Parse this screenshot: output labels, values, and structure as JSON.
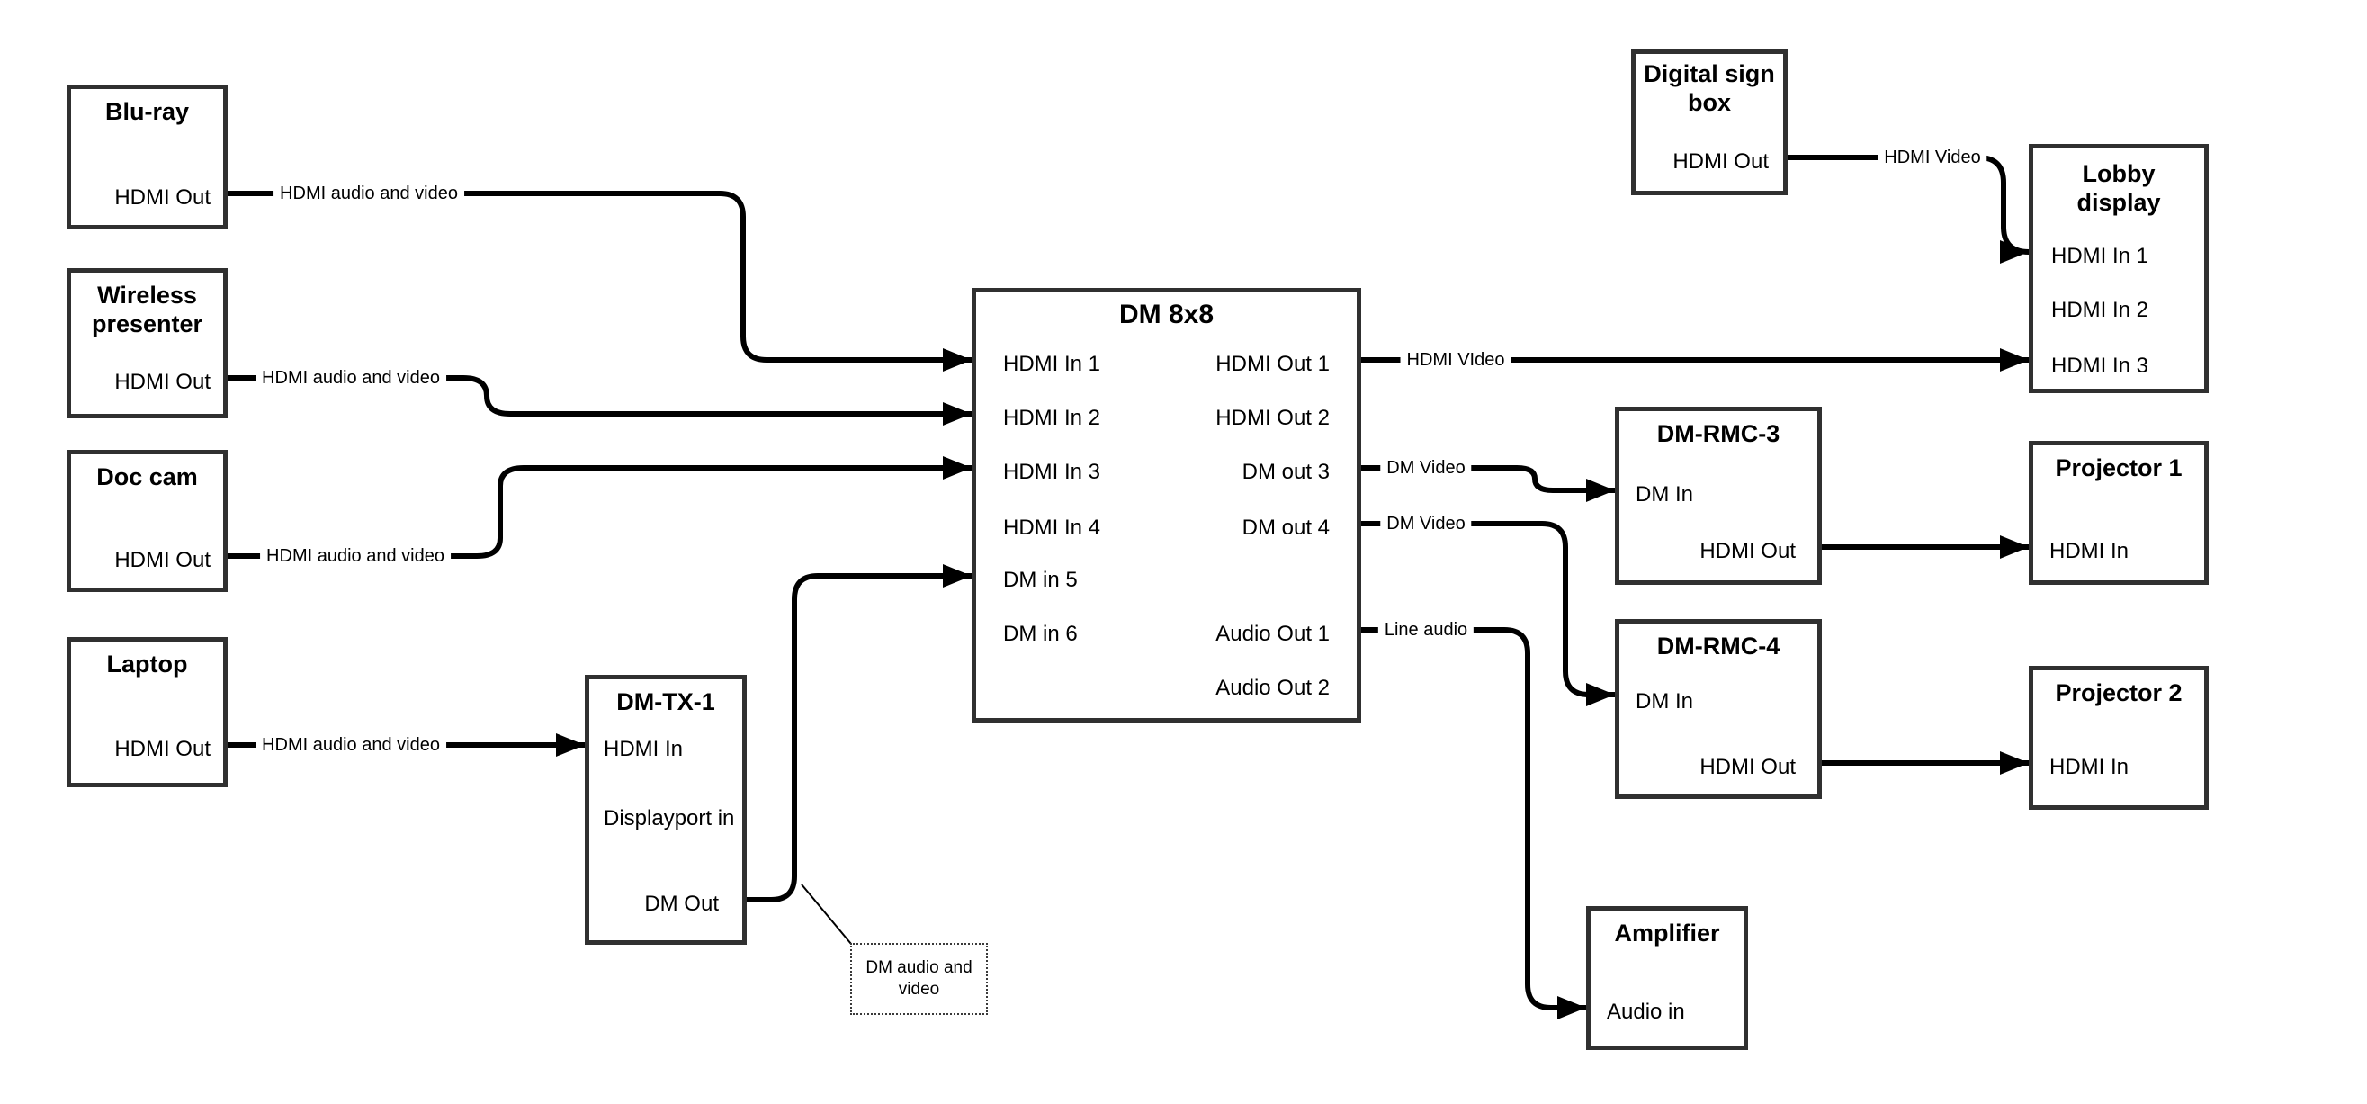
{
  "diagram": {
    "colors": {
      "wire": "#000000",
      "box_border": "#303030",
      "background": "#ffffff",
      "text": "#000000"
    },
    "nodes": {
      "bluray": {
        "title": "Blu-ray",
        "port_out": "HDMI Out"
      },
      "wireless": {
        "title": "Wireless presenter",
        "port_out": "HDMI Out"
      },
      "doccam": {
        "title": "Doc cam",
        "port_out": "HDMI Out"
      },
      "laptop": {
        "title": "Laptop",
        "port_out": "HDMI Out"
      },
      "dmtx1": {
        "title": "DM-TX-1",
        "port_in1": "HDMI In",
        "port_in2": "Displayport in",
        "port_out": "DM Out"
      },
      "dm8x8": {
        "title": "DM 8x8",
        "inputs": [
          "HDMI In 1",
          "HDMI In 2",
          "HDMI In 3",
          "HDMI In 4",
          "DM in 5",
          "DM in 6"
        ],
        "outputs": [
          "HDMI Out 1",
          "HDMI Out 2",
          "DM out 3",
          "DM out 4",
          "Audio Out 1",
          "Audio Out 2"
        ]
      },
      "sign": {
        "title": "Digital sign box",
        "port_out": "HDMI Out"
      },
      "lobby": {
        "title": "Lobby display",
        "inputs": [
          "HDMI In 1",
          "HDMI In 2",
          "HDMI In 3"
        ]
      },
      "rmc3": {
        "title": "DM-RMC-3",
        "port_in": "DM In",
        "port_out": "HDMI Out"
      },
      "proj1": {
        "title": "Projector 1",
        "port_in": "HDMI In"
      },
      "rmc4": {
        "title": "DM-RMC-4",
        "port_in": "DM In",
        "port_out": "HDMI Out"
      },
      "proj2": {
        "title": "Projector 2",
        "port_in": "HDMI In"
      },
      "amp": {
        "title": "Amplifier",
        "port_in": "Audio in"
      }
    },
    "wires": {
      "bluray_to_dm8x8": {
        "label": "HDMI audio and video"
      },
      "wireless_to_dm8x8": {
        "label": "HDMI audio and video"
      },
      "doccam_to_dm8x8": {
        "label": "HDMI audio and video"
      },
      "laptop_to_dmtx1": {
        "label": "HDMI audio and video"
      },
      "sign_to_lobby": {
        "label": "HDMI Video"
      },
      "hdmiout1_to_lobby": {
        "label": "HDMI VIdeo"
      },
      "dmout3_to_rmc3": {
        "label": "DM Video"
      },
      "dmout4_to_rmc4": {
        "label": "DM Video"
      },
      "audioout1_to_amp": {
        "label": "Line audio"
      }
    },
    "callout": {
      "text": "DM audio and video"
    }
  }
}
